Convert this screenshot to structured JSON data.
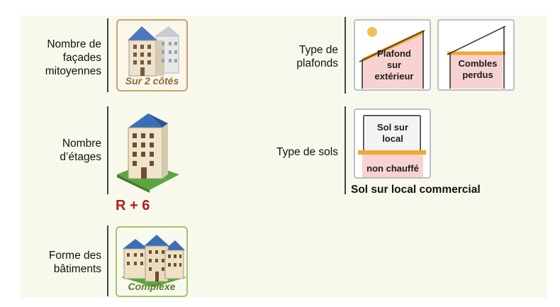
{
  "facades": {
    "label": "Nombre de\nfaçades\nmitoyennes",
    "option": "Sur 2 côtés"
  },
  "etages": {
    "label": "Nombre\nd’étages",
    "value": "R + 6"
  },
  "forme": {
    "label": "Forme des\nbâtiments",
    "option": "Complexe"
  },
  "plafonds": {
    "label": "Type de\nplafonds",
    "option1": "Plafond\nsur\nextérieur",
    "option2": "Combles\nperdus"
  },
  "sols": {
    "label": "Type de sols",
    "option_top": "Sol sur\nlocal",
    "option_bottom": "non chauffé",
    "value": "Sol sur local commercial"
  },
  "colors": {
    "red_value": "#b11a1a",
    "orange_line": "#f0a830",
    "roof_blue": "#3a6fb7"
  }
}
